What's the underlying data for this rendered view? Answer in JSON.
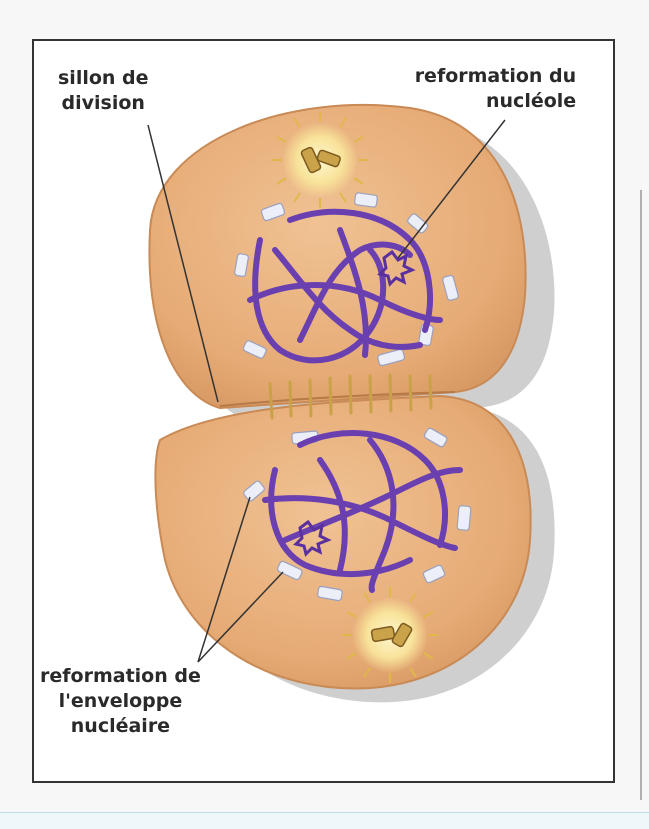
{
  "labels": {
    "sillon": [
      "sillon de",
      "division"
    ],
    "nucleole": [
      "reformation du",
      "nucléole"
    ],
    "enveloppe": [
      "reformation de",
      "l'enveloppe",
      "nucléaire"
    ]
  },
  "colors": {
    "cytoplasm": "#e8b17f",
    "cytoplasm_edge": "#c98a55",
    "chromosome": "#6a3fb0",
    "envelope_fragment": "#e9ecf6",
    "centrosome_glow": "#f3cf6a",
    "frame": "#333333"
  }
}
